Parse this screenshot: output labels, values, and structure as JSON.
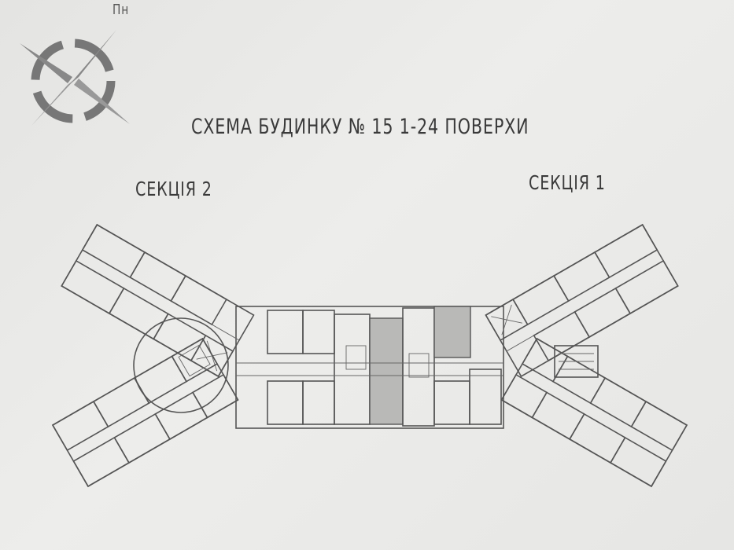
{
  "compass": {
    "label": "Пн",
    "icon": "compass-rose-icon"
  },
  "title": "СХЕМА БУДИНКУ № 15  1-24 ПОВЕРХИ",
  "sections": [
    {
      "label": "СЕКЦІЯ  2"
    },
    {
      "label": "СЕКЦІЯ  1"
    }
  ]
}
